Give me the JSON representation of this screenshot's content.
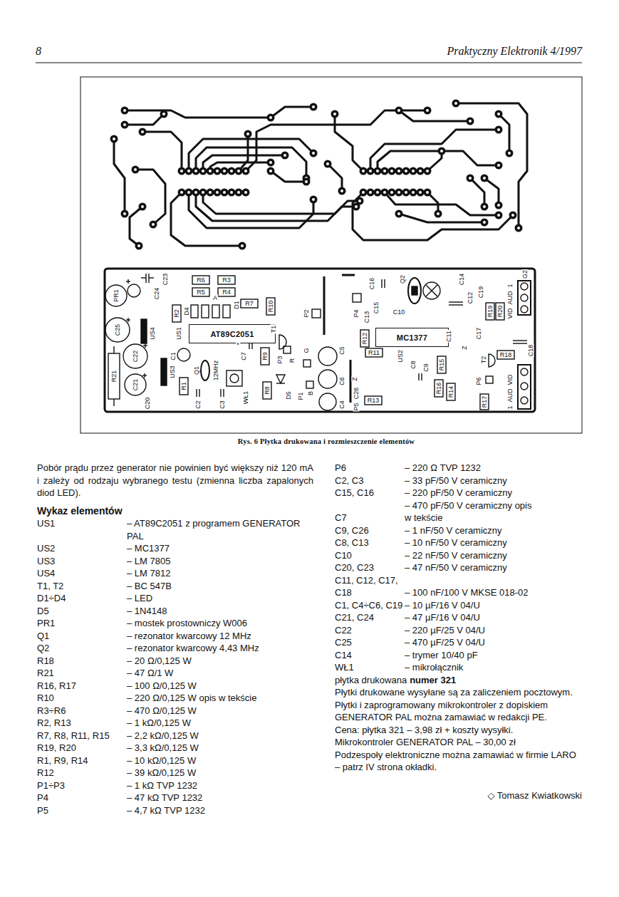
{
  "diagram": {
    "caption": "Rys. 6 Płytka drukowana i rozmieszczenie elementów",
    "nodes": [
      {
        "text": [
          "AT89C2051"
        ]
      },
      {
        "text": [
          "MC1377"
        ]
      }
    ],
    "labels": [
      "8",
      "Praktyczny Elektronik 4/1997",
      "Pobór prądu przez generator nie powinien być większy niż 120 mA i zależy od rodzaju wybranego testu (zmienna liczba zapalonych diod LED).",
      "Wykaz elementów",
      "US1",
      "– AT89C2051 z programem GENERATOR PAL",
      "US2",
      "– MC1377",
      "US3",
      "– LM 7805",
      "US4",
      "– LM 7812",
      "T1, T2",
      "– BC 547B",
      "D1÷D4",
      "– LED",
      "D5",
      "– 1N4148",
      "PR1",
      "– mostek prostowniczy W006",
      "Q1",
      "– rezonator kwarcowy 12 MHz",
      "Q2",
      "– rezonator kwarcowy 4,43 MHz",
      "R18",
      "– 20 Ω/0,125 W",
      "R21",
      "– 47 Ω/1 W",
      "R16, R17",
      "– 100 Ω/0,125 W",
      "R10",
      "– 220 Ω/0,125 W opis w tekście",
      "R3÷R6",
      "– 470 Ω/0,125 W",
      "R2, R13",
      "– 1 kΩ/0,125 W",
      "R7, R8, R11, R15",
      "– 2,2 kΩ/0,125 W",
      "R19, R20",
      "– 3,3 kΩ/0,125 W",
      "R1, R9, R14",
      "– 10 kΩ/0,125 W",
      "R12",
      "– 39 kΩ/0,125 W",
      "P1÷P3",
      "– 1 kΩ TVP 1232",
      "P4",
      "– 47 kΩ TVP 1232",
      "P5",
      "– 4,7 kΩ TVP 1232",
      "P6",
      "– 220 Ω TVP 1232",
      "C2, C3",
      "– 33 pF/50 V ceramiczny",
      "C15, C16",
      "– 220 pF/50 V ceramiczny",
      "C7",
      "– 470 pF/50 V ceramiczny opis w tekście",
      "C9, C26",
      "– 1 nF/50 V ceramiczny",
      "C8, C13",
      "– 10 nF/50 V ceramiczny",
      "C10",
      "– 22 nF/50 V ceramiczny",
      "C20, C23",
      "– 47 nF/50 V ceramiczny",
      "C11, C12, C17, C18",
      "– 100 nF/100 V MKSE 018-02",
      "C1, C4÷C6, C19",
      "– 10 µF/16 V 04/U",
      "C21, C24",
      "– 47 µF/16 V 04/U",
      "C22",
      "– 220 µF/25 V 04/U",
      "C25",
      "– 470 µF/25 V 04/U",
      "C14",
      "– trymer 10/40 pF",
      "WŁ1",
      "– mikrołącznik",
      "płytka drukowana",
      "numer 321",
      "Płytki drukowane wysyłane są za zaliczeniem pocztowym.",
      "Płytki i zaprogramowany mikrokontroler z dopiskiem GENERATOR PAL można zamawiać w redakcji PE.",
      "Cena: płytka 321 – 3,98 zł + koszty wysyłki.",
      "Mikrokontroler GENERATOR PAL – 30,00 zł",
      "Podzespoły elektroniczne można zamawiać w firmie LARO – patrz IV strona okładki.",
      "◇ Tomasz Kwiatkowski",
      "PR1",
      "C25",
      "US4",
      "C22",
      "C21",
      "R21",
      "US3",
      "C20",
      "C24",
      "C23",
      "R6",
      "R3",
      "R5",
      "R4",
      "R7",
      "R2",
      "D4",
      "A",
      "D1",
      "R10",
      "US1",
      "T1",
      "P2",
      "C1",
      "Q1",
      "12MHz",
      "R1",
      "C2",
      "C3",
      "WŁ1",
      "C7",
      "*",
      "R9",
      "R8",
      "D5",
      "P1",
      "P3",
      "R",
      "G",
      "B",
      "C5",
      "C6",
      "C4",
      "C16",
      "Q2",
      "C14",
      "C12",
      "C19",
      "R19",
      "R20",
      "VID",
      "AUD",
      "1",
      "G2",
      "P4",
      "C13",
      "C15",
      "C10",
      "R12",
      "US2",
      "R11",
      "C11",
      "C8",
      "C9",
      "Z",
      "C26",
      "P5",
      "R13",
      "R15",
      "R16",
      "R14",
      "Z",
      "C17",
      "T2",
      "R18",
      "C18",
      "P6",
      "R17",
      "VID",
      "AUD",
      "1"
    ]
  }
}
